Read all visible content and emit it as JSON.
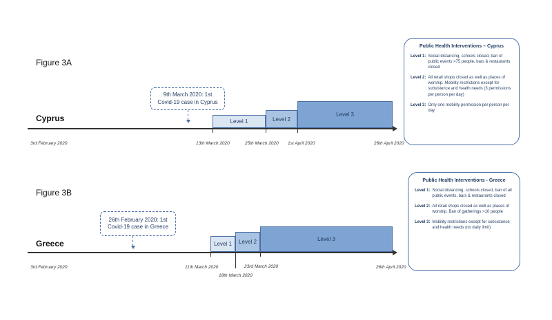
{
  "figure_a": {
    "title": "Figure 3A",
    "country": "Cyprus",
    "callout_line1": "9th March 2020: 1st",
    "callout_line2": "Covid-19 case in Cyprus",
    "levels": [
      "Level 1",
      "Level 2",
      "Level 3"
    ],
    "dates": {
      "start": "3rd February 2020",
      "level1": "13th March 2020",
      "level2": "25th March 2020",
      "level3": "1st April 2020",
      "end": "26th April 2020"
    }
  },
  "figure_b": {
    "title": "Figure 3B",
    "country": "Greece",
    "callout_line1": "26th February 2020: 1st",
    "callout_line2": "Covid-19 case in Greece",
    "levels": [
      "Level 1",
      "Level 2",
      "Level 3"
    ],
    "dates": {
      "start": "3rd February 2020",
      "level1": "11th March 2020",
      "level2": "18th March 2020",
      "level3": "23rd March 2020",
      "end": "26th April 2020"
    }
  },
  "panel_a": {
    "title": "Public Health Interventions – Cyprus",
    "items": [
      {
        "label": "Level 1:",
        "text": "Social distancing, schools closed, ban of public events >75 people, bars & restaurants closed"
      },
      {
        "label": "Level 2:",
        "text": "All retail shops closed as well as places of worship. Mobility restrictions except for subsistence and health needs (3 permissions per person per day)"
      },
      {
        "label": "Level 3:",
        "text": "Only one mobility permission per person per day"
      }
    ]
  },
  "panel_b": {
    "title": "Public Health Interventions - Greece",
    "items": [
      {
        "label": "Level 1:",
        "text": "Social distancing, schools closed, ban of all public events, bars & restaurants closed"
      },
      {
        "label": "Level 2:",
        "text": "All retail shops closed as well as places of worship. Ban of gatherings >10 people"
      },
      {
        "label": "Level 3:",
        "text": "Mobility restrictions except for subsistence and health needs (no daily limit)"
      }
    ]
  }
}
